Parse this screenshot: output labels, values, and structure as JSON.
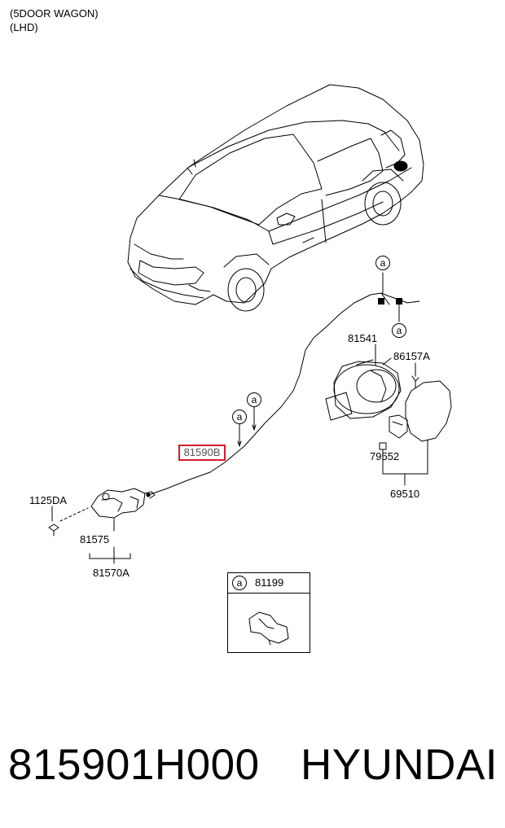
{
  "header": {
    "line1": "(5DOOR WAGON)",
    "line2": "(LHD)"
  },
  "parts": {
    "p81541": "81541",
    "p86157A": "86157A",
    "p79552": "79552",
    "p69510": "69510",
    "p81590B": "81590B",
    "p1125DA": "1125DA",
    "p81575": "81575",
    "p81570A": "81570A"
  },
  "callout_letter": "a",
  "legend": {
    "letter": "a",
    "part_no": "81199"
  },
  "footer": {
    "part_number": "815901H000",
    "brand": "HYUNDAI"
  },
  "colors": {
    "highlight": "#d61a2a",
    "line": "#000000"
  }
}
